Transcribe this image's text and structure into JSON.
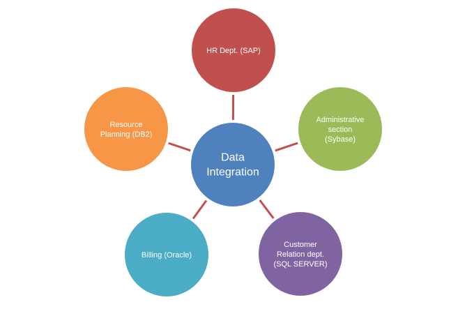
{
  "diagram": {
    "center": {
      "lines": [
        "Data",
        "Integration"
      ],
      "color": "#4F81BD"
    },
    "nodes": [
      {
        "id": "hr",
        "lines": [
          "HR Dept. (SAP)"
        ],
        "color": "#C0504D"
      },
      {
        "id": "admin",
        "lines": [
          "Administrative",
          "section",
          "(Sybase)"
        ],
        "color": "#9BBB59"
      },
      {
        "id": "customer",
        "lines": [
          "Customer",
          "Relation dept.",
          "(SQL SERVER)"
        ],
        "color": "#8064A2"
      },
      {
        "id": "billing",
        "lines": [
          "Billing (Oracle)"
        ],
        "color": "#4BACC6"
      },
      {
        "id": "resource",
        "lines": [
          "Resource",
          "Planning (DB2)"
        ],
        "color": "#F79646"
      }
    ],
    "connector_color": "#C0504D"
  }
}
